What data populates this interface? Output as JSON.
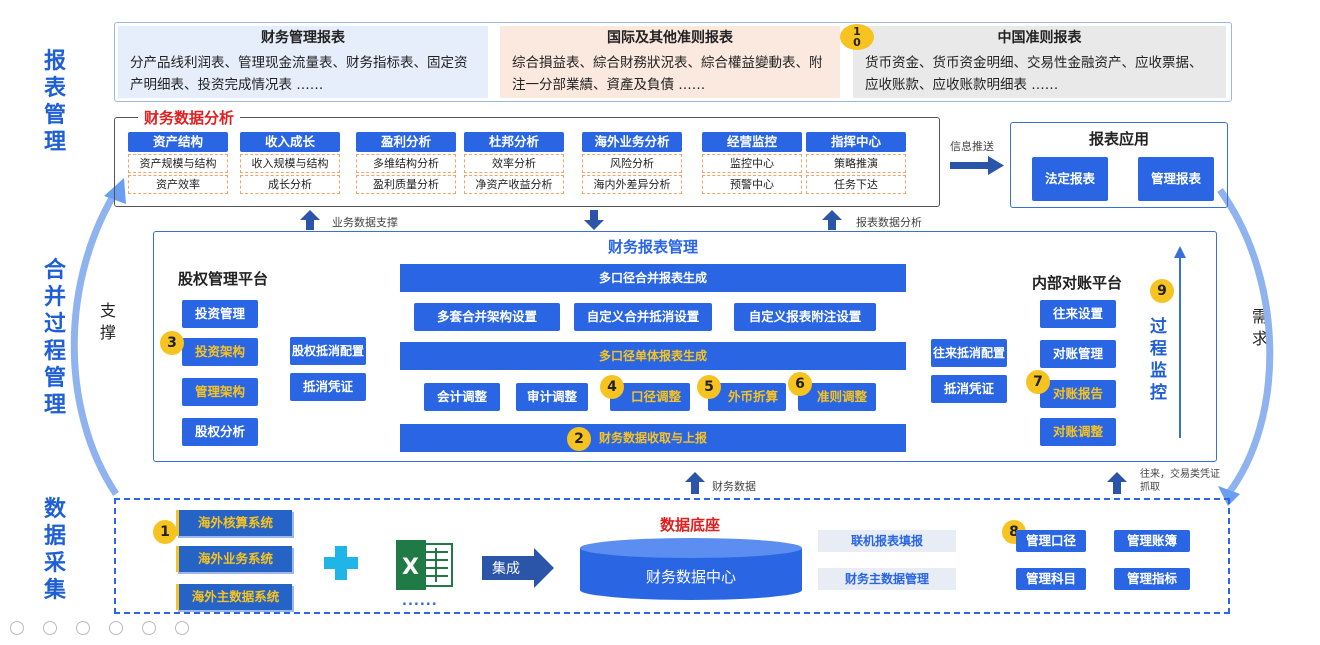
{
  "side_labels": {
    "report_mgmt": [
      "报",
      "表",
      "管",
      "理"
    ],
    "merge_process": [
      "合",
      "并",
      "过",
      "程",
      "管",
      "理"
    ],
    "data_collect": [
      "数",
      "据",
      "采",
      "集"
    ],
    "support": [
      "支",
      "撑"
    ],
    "demand": [
      "需",
      "求"
    ]
  },
  "top": {
    "col1": {
      "title": "财务管理报表",
      "body": "分产品线利润表、管理现金流量表、财务指标表、固定资产明细表、投资完成情况表 ……"
    },
    "col2": {
      "title": "国际及其他准则报表",
      "body": "综合損益表、綜合財務狀況表、綜合權益變動表、附注一分部業績、資產及負債 ……"
    },
    "col3": {
      "title": "中国准则报表",
      "body": "货币资金、货币资金明细、交易性金融资产、应收票据、应收账款、应收账款明细表 ……"
    },
    "badge10": [
      "1",
      "0"
    ]
  },
  "analysis": {
    "title": "财务数据分析",
    "groups": [
      {
        "head": "资产结构",
        "items": [
          "资产规模与结构",
          "资产效率"
        ]
      },
      {
        "head": "收入成长",
        "items": [
          "收入规模与结构",
          "成长分析"
        ]
      },
      {
        "head": "盈利分析",
        "items": [
          "多维结构分析",
          "盈利质量分析"
        ]
      },
      {
        "head": "杜邦分析",
        "items": [
          "效率分析",
          "净资产收益分析"
        ]
      },
      {
        "head": "海外业务分析",
        "items": [
          "风险分析",
          "海内外差异分析"
        ]
      },
      {
        "head": "经营监控",
        "items": [
          "监控中心",
          "预警中心"
        ]
      },
      {
        "head": "指挥中心",
        "items": [
          "策略推演",
          "任务下达"
        ]
      }
    ]
  },
  "info_push": "信息推送",
  "report_app": {
    "title": "报表应用",
    "btn1": "法定报表",
    "btn2": "管理报表"
  },
  "arrows": {
    "support": "业务数据支撑",
    "analysis": "报表数据分析",
    "fin_data": "财务数据",
    "voucher": "往来，交易类凭证抓取"
  },
  "center": {
    "title": "财务报表管理",
    "bar1": "多口径合并报表生成",
    "row1": [
      "多套合并架构设置",
      "自定义合并抵消设置",
      "自定义报表附注设置"
    ],
    "bar2": "多口径单体报表生成",
    "row2": [
      "会计调整",
      "审计调整",
      "口径调整",
      "外币折算",
      "准则调整"
    ],
    "bar3": "财务数据收取与上报"
  },
  "equity": {
    "title": "股权管理平台",
    "items": [
      "投资管理",
      "投资架构",
      "管理架构",
      "股权分析"
    ],
    "right": [
      "股权抵消配置",
      "抵消凭证"
    ]
  },
  "recon": {
    "title": "内部对账平台",
    "items": [
      "往来设置",
      "对账管理",
      "对账报告",
      "对账调整"
    ],
    "left": [
      "往来抵消配置",
      "抵消凭证"
    ]
  },
  "monitor": [
    "过",
    "程",
    "监",
    "控"
  ],
  "numbers": {
    "n1": "1",
    "n2": "2",
    "n3": "3",
    "n4": "4",
    "n5": "5",
    "n6": "6",
    "n7": "7",
    "n8": "8",
    "n9": "9"
  },
  "bottom": {
    "systems": [
      "海外核算系统",
      "海外业务系统",
      "海外主数据系统"
    ],
    "dots": "......",
    "integrate": "集成",
    "base_title": "数据底座",
    "center_db": "财务数据中心",
    "grey": [
      "联机报表填报",
      "财务主数据管理"
    ],
    "mgmt": [
      "管理口径",
      "管理账簿",
      "管理科目",
      "管理指标"
    ]
  },
  "colors": {
    "blue": "#2a66e4",
    "yellow": "#f6c320",
    "red": "#e02020"
  }
}
